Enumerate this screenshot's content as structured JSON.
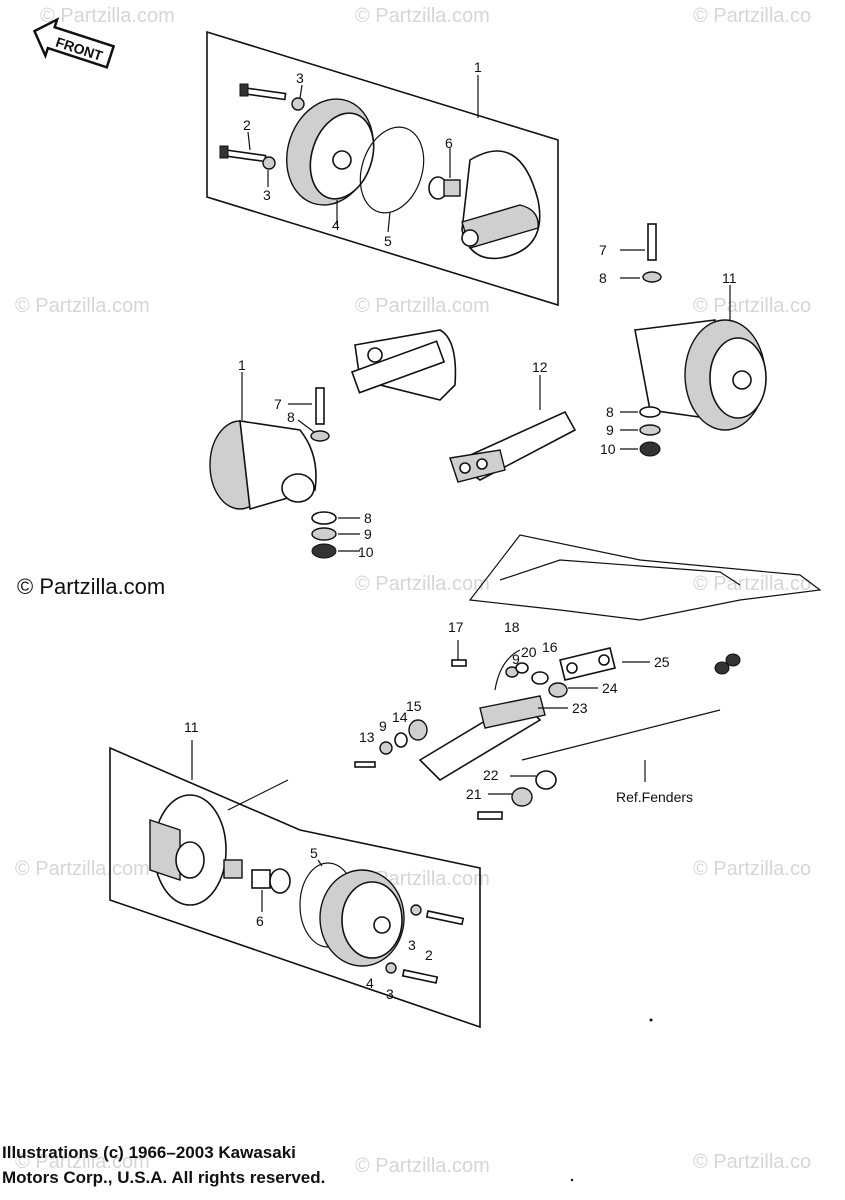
{
  "watermark_text": "© Partzilla.com",
  "watermark_text_edge": "© Partzilla.co",
  "front_tag": "FRONT",
  "site_credit": "© Partzilla.com",
  "ref_note": "Ref.Fenders",
  "copyright": {
    "line1": "Illustrations (c) 1966–2003 Kawasaki",
    "line2": "Motors Corp., U.S.A.  All rights reserved."
  },
  "callouts": {
    "c1_top": "1",
    "c2_top": "2",
    "c3_top_a": "3",
    "c3_top_b": "3",
    "c4_top": "4",
    "c5_top": "5",
    "c6_top": "6",
    "c7_right": "7",
    "c8_right": "8",
    "c11_right": "11",
    "c12": "12",
    "c8_r2": "8",
    "c9_r2": "9",
    "c10_r2": "10",
    "c1_left": "1",
    "c7_left": "7",
    "c8_left": "8",
    "c8_l2": "8",
    "c9_l2": "9",
    "c10_l2": "10",
    "c17": "17",
    "c18": "18",
    "c9_mid": "9",
    "c20": "20",
    "c16": "16",
    "c25": "25",
    "c24": "24",
    "c23": "23",
    "c15": "15",
    "c14": "14",
    "c9_low": "9",
    "c13": "13",
    "c22": "22",
    "c21": "21",
    "c11_bottom": "11",
    "c5_bottom": "5",
    "c6_bottom": "6",
    "c3_bottom_a": "3",
    "c2_bottom": "2",
    "c4_bottom": "4",
    "c3_bottom_b": "3"
  }
}
